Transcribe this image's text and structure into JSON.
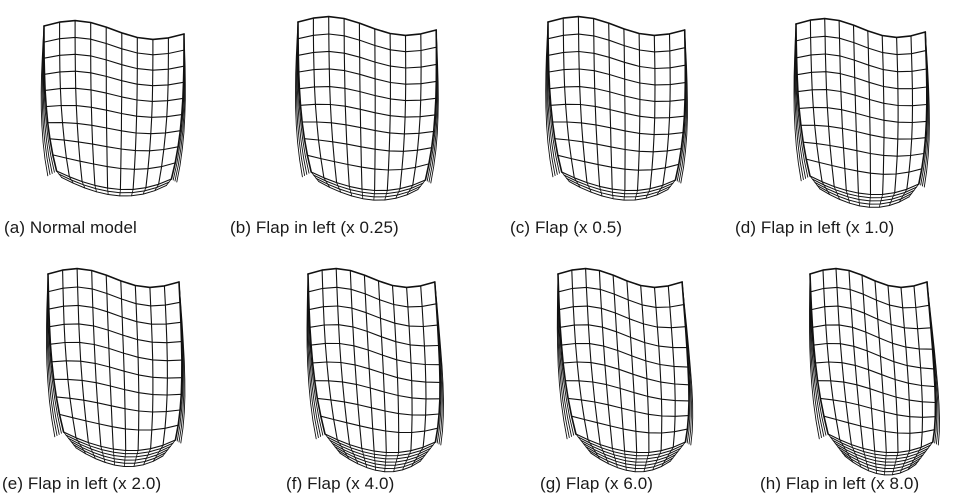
{
  "figure": {
    "panels": [
      {
        "id": "a",
        "caption": "(a) Normal model",
        "flap_factor": 0
      },
      {
        "id": "b",
        "caption": "(b) Flap in left (x 0.25)",
        "flap_factor": 0.25
      },
      {
        "id": "c",
        "caption": "(c) Flap (x 0.5)",
        "flap_factor": 0.5
      },
      {
        "id": "d",
        "caption": "(d) Flap  in left (x 1.0)",
        "flap_factor": 1.0
      },
      {
        "id": "e",
        "caption": "(e) Flap in left (x 2.0)",
        "flap_factor": 2.0
      },
      {
        "id": "f",
        "caption": "(f) Flap (x 4.0)",
        "flap_factor": 4.0
      },
      {
        "id": "g",
        "caption": "(g) Flap (x  6.0)",
        "flap_factor": 6.0
      },
      {
        "id": "h",
        "caption": "(h) Flap in left (x 8.0)",
        "flap_factor": 8.0
      }
    ]
  }
}
